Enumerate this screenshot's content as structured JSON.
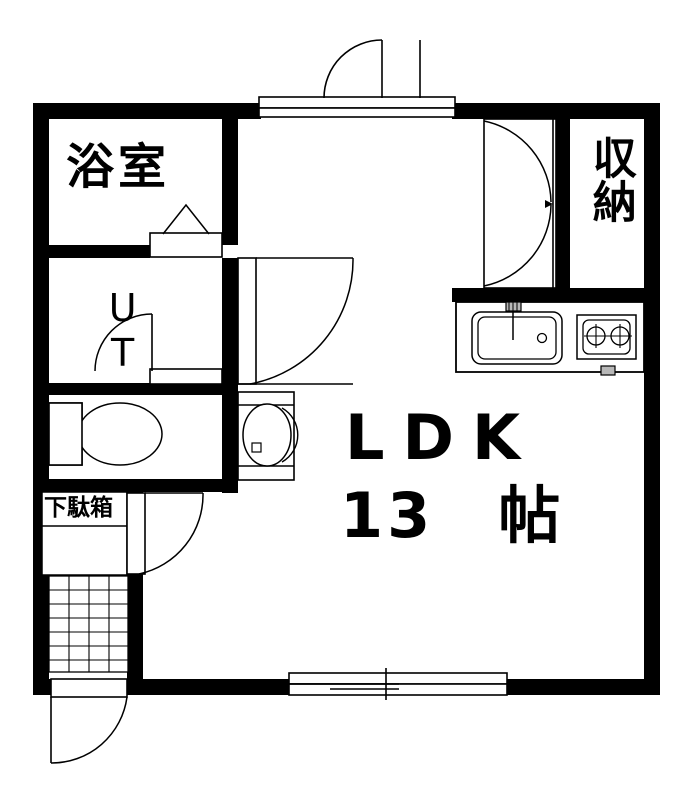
{
  "plan": {
    "title": "Apartment Floor Plan",
    "line_color": "#000000",
    "wall_color": "#000000",
    "background": "#ffffff",
    "fixture_stroke": "#000000"
  },
  "rooms": {
    "bathroom": {
      "label": "浴室",
      "name": "bathroom"
    },
    "utility": {
      "label": "UT",
      "name": "utility-toilet"
    },
    "storage": {
      "label": "収納",
      "name": "storage-closet"
    },
    "ldk": {
      "label": "LDK",
      "size_number": "13",
      "size_unit": "帖",
      "name": "living-dining-kitchen"
    },
    "shoe_cabinet": {
      "label": "下駄箱",
      "name": "shoe-cabinet"
    }
  },
  "fixtures": {
    "toilet": "toilet-fixture",
    "washbasin": "washbasin-fixture",
    "kitchen_sink": "kitchen-sink-fixture",
    "stove": "two-burner-stove-fixture",
    "entrance_tile": "entrance-tile-floor"
  },
  "openings": {
    "top_window": "top-window",
    "bottom_window": "bottom-sliding-window",
    "entrance_door": "entrance-door",
    "hall_door": "hall-door",
    "bathroom_door": "bathroom-folding-door",
    "ut_door": "utility-door",
    "ldk_door": "ldk-to-utility-door",
    "storage_doors": "storage-double-doors"
  }
}
